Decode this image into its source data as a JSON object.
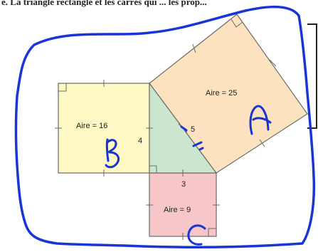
{
  "header": {
    "cut_text": "e. La triangle rectangle et les carrés qui ... les prop..."
  },
  "figure": {
    "squares": [
      {
        "id": "left",
        "area_label": "Aire = 16",
        "side_label": "4",
        "handwritten": "B",
        "fill": "#fdf8c4"
      },
      {
        "id": "top",
        "area_label": "Aire = 25",
        "side_label": "5",
        "handwritten": "A",
        "fill": "#fde2bf"
      },
      {
        "id": "bottom",
        "area_label": "Aire = 9",
        "side_label": "3",
        "handwritten": "C",
        "fill": "#f6c6c9"
      }
    ],
    "triangle_fill": "#cbe6cf",
    "ink_color": "#1a35d6",
    "line_color": "#6b6b6b"
  }
}
